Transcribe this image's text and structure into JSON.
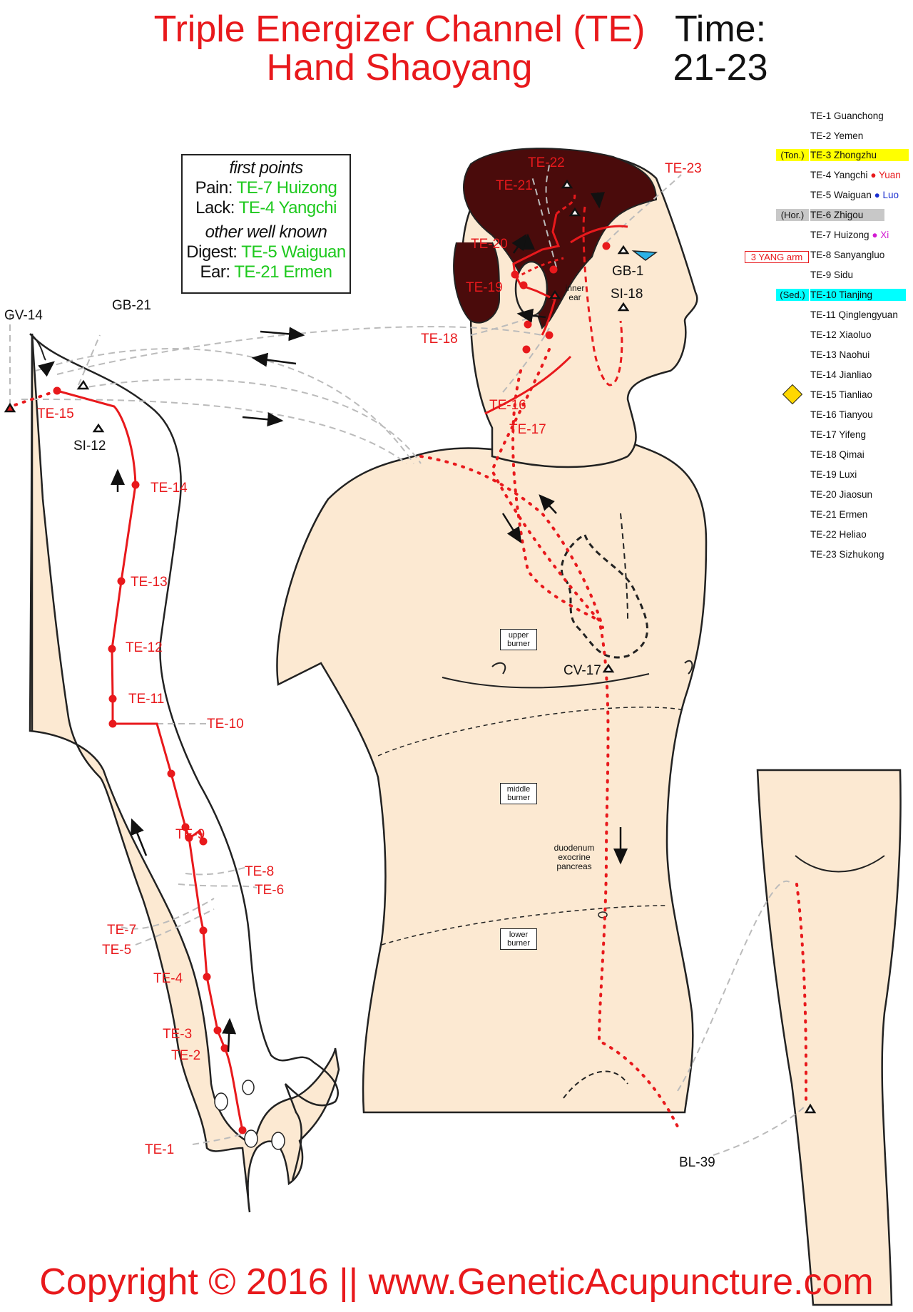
{
  "title": {
    "line1": "Triple Energizer Channel (TE)",
    "line2": "Hand Shaoyang"
  },
  "time": {
    "label": "Time:",
    "value": "21-23"
  },
  "first_points": {
    "heading": "first points",
    "pain_key": "Pain:",
    "pain_val": "TE-7 Huizong",
    "lack_key": "Lack:",
    "lack_val": "TE-4 Yangchi",
    "other_heading": "other well known",
    "digest_key": "Digest:",
    "digest_val": "TE-5 Waiguan",
    "ear_key": "Ear:",
    "ear_val": "TE-21 Ermen"
  },
  "point_list": [
    {
      "text": "TE-1 Guanchong"
    },
    {
      "text": "TE-2 Yemen"
    },
    {
      "text": "TE-3 Zhongzhu",
      "tag": "(Ton.)"
    },
    {
      "text": "TE-4 Yangchi",
      "suffix": "● Yuan"
    },
    {
      "text": "TE-5 Waiguan",
      "suffix": "● Luo"
    },
    {
      "text": "TE-6 Zhigou",
      "tag": "(Hor.)"
    },
    {
      "text": "TE-7 Huizong",
      "suffix": "● Xi"
    },
    {
      "text": "TE-8 Sanyangluo",
      "tag": "3 YANG arm"
    },
    {
      "text": "TE-9 Sidu"
    },
    {
      "text": "TE-10 Tianjing",
      "tag": "(Sed.)"
    },
    {
      "text": "TE-11 Qinglengyuan"
    },
    {
      "text": "TE-12 Xiaoluo"
    },
    {
      "text": "TE-13 Naohui"
    },
    {
      "text": "TE-14 Jianliao"
    },
    {
      "text": "TE-15 Tianliao",
      "tag": "CAUTION"
    },
    {
      "text": "TE-16 Tianyou"
    },
    {
      "text": "TE-17 Yifeng"
    },
    {
      "text": "TE-18 Qimai"
    },
    {
      "text": "TE-19 Luxi"
    },
    {
      "text": "TE-20 Jiaosun"
    },
    {
      "text": "TE-21 Ermen"
    },
    {
      "text": "TE-22 Heliao"
    },
    {
      "text": "TE-23 Sizhukong"
    }
  ],
  "arm_labels": {
    "te1": "TE-1",
    "te2": "TE-2",
    "te3": "TE-3",
    "te4": "TE-4",
    "te5": "TE-5",
    "te6": "TE-6",
    "te7": "TE-7",
    "te8": "TE-8",
    "te9": "TE-9",
    "te10": "TE-10",
    "te11": "TE-11",
    "te12": "TE-12",
    "te13": "TE-13",
    "te14": "TE-14",
    "te15": "TE-15",
    "gv14": "GV-14",
    "gb21": "GB-21",
    "si12": "SI-12"
  },
  "head_labels": {
    "te16": "TE-16",
    "te17": "TE-17",
    "te18": "TE-18",
    "te19": "TE-19",
    "te20": "TE-20",
    "te21": "TE-21",
    "te22": "TE-22",
    "te23": "TE-23",
    "gb1": "GB-1",
    "si18": "SI-18",
    "inner_ear": "inner\near"
  },
  "torso_labels": {
    "upper_burner": "upper\nburner",
    "middle_burner": "middle\nburner",
    "lower_burner": "lower\nburner",
    "cv17": "CV-17",
    "organs": "duodenum\nexocrine\npancreas",
    "bl39": "BL-39"
  },
  "footer": "Copyright © 2016 || www.GeneticAcupuncture.com",
  "colors": {
    "channel": "#e8191c",
    "skin": "#fce9d2",
    "hair": "#4a0b0b",
    "green": "#1ec91e"
  }
}
